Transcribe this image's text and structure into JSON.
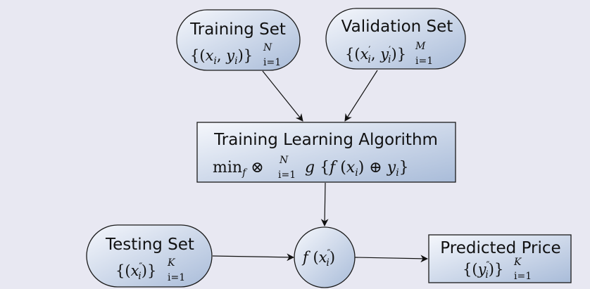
{
  "nodes": {
    "training_set": {
      "title": "Training Set",
      "sup": "N",
      "sub": "i=1"
    },
    "validation_set": {
      "title": "Validation Set",
      "sup": "M",
      "sub": "i=1"
    },
    "algorithm": {
      "title": "Training Learning Algorithm",
      "op": "min",
      "op_sub": "f",
      "sup": "N",
      "sub": "i=1"
    },
    "model": {
      "label": "f"
    },
    "testing_set": {
      "title": "Testing Set",
      "sup": "K",
      "sub": "i=1"
    },
    "predicted_price": {
      "title": "Predicted Price",
      "sup": "K",
      "sub": "i=1"
    }
  },
  "colors": {
    "node_light": "#f5f7fc",
    "node_dark": "#a9bcd9",
    "background": "#e8e8f2"
  }
}
